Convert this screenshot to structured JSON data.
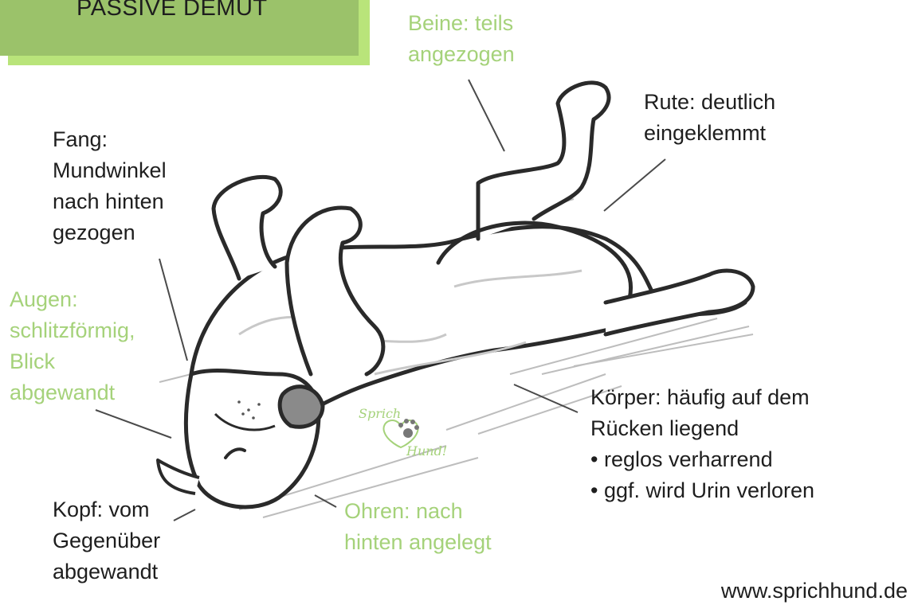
{
  "header": {
    "title": "PASSIVE DEMUT"
  },
  "labels": {
    "beine": [
      "Beine: teils",
      "angezogen"
    ],
    "rute": [
      "Rute: deutlich",
      "eingeklemmt"
    ],
    "fang": [
      "Fang:",
      "Mundwinkel",
      "nach hinten",
      "gezogen"
    ],
    "augen": [
      "Augen:",
      "schlitzförmig,",
      "Blick",
      "abgewandt"
    ],
    "koerper": {
      "lines": [
        "Körper: häufig auf dem",
        "Rücken liegend"
      ],
      "bullets": [
        "reglos verharrend",
        "ggf. wird Urin verloren"
      ]
    },
    "kopf": [
      "Kopf: vom",
      "Gegenüber",
      "abgewandt"
    ],
    "ohren": [
      "Ohren: nach",
      "hinten angelegt"
    ]
  },
  "watermark": {
    "line1": "Sprich",
    "line2": "Hund!"
  },
  "footer": {
    "url": "www.sprichhund.de"
  },
  "colors": {
    "banner": "#9bc26a",
    "banner_shadow": "#b9e47a",
    "accent_text": "#a5d27a",
    "dark_text": "#1e1e1e"
  }
}
